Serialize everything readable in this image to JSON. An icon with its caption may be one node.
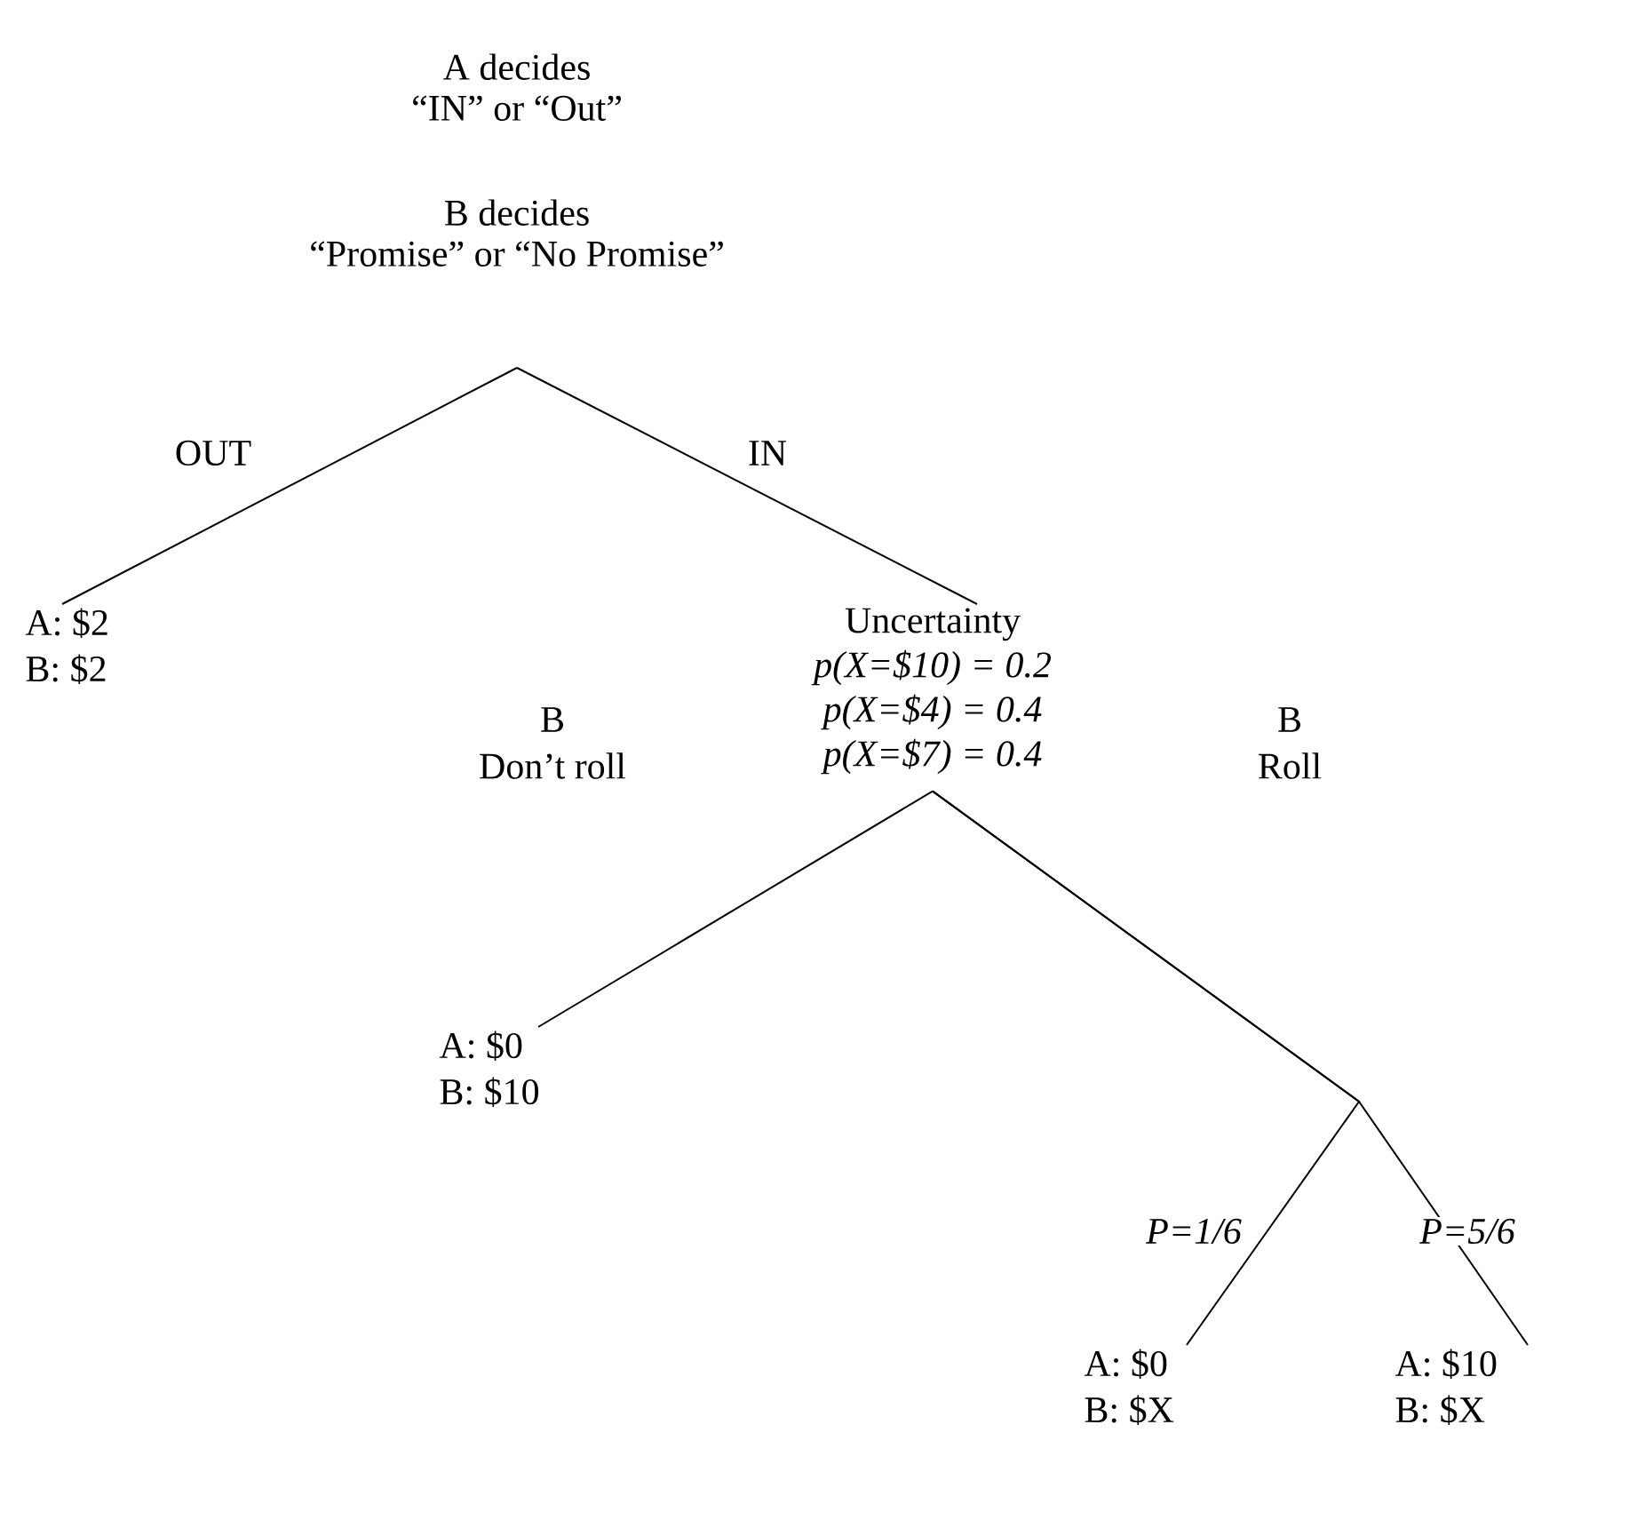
{
  "diagram": {
    "nodes": [
      {
        "text": [
          "A decides",
          "“IN” or “Out”",
          "B decides",
          "“Promise” or “No Promise”"
        ]
      },
      {
        "text": [
          "A: $2",
          "B: $2"
        ]
      },
      {
        "text": [
          "Uncertainty",
          "p(X=$10) = 0.2",
          "p(X=$4)  =  0.4",
          "p(X=$7)  =  0.4"
        ]
      },
      {
        "text": [
          "A: $0",
          "B: $10"
        ]
      },
      {
        "text": [
          "A: $0",
          "B: $X"
        ]
      },
      {
        "text": [
          "A: $10",
          "B: $X"
        ]
      }
    ],
    "edges": [
      {
        "from": 0,
        "to": 1,
        "arrow": "none",
        "label": "OUT"
      },
      {
        "from": 0,
        "to": 2,
        "arrow": "none",
        "label": "IN"
      },
      {
        "from": 2,
        "to": 3,
        "arrow": "none",
        "label": "Don’t roll"
      },
      {
        "from": 2,
        "to": 4,
        "arrow": "none",
        "label": "P=1/6"
      },
      {
        "from": 2,
        "to": 5,
        "arrow": "none",
        "label": "P=5/6"
      }
    ],
    "labels": [
      "B",
      "B",
      "Roll"
    ]
  }
}
